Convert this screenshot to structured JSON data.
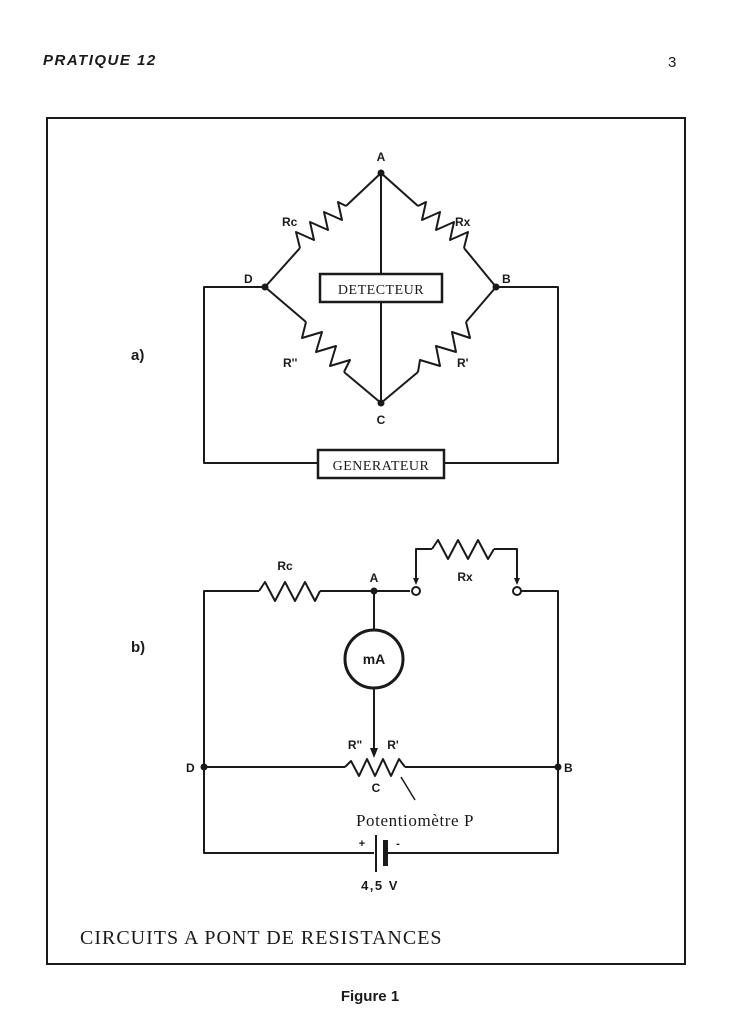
{
  "header": {
    "left": "PRATIQUE 12",
    "page_number": "3"
  },
  "figure": {
    "caption": "Figure 1",
    "title": "CIRCUITS A PONT DE RESISTANCES",
    "part_a": {
      "label": "a)",
      "nodes": [
        "A",
        "B",
        "C",
        "D"
      ],
      "resistors": {
        "top_left": "Rc",
        "top_right": "Rx",
        "bottom_left": "R''",
        "bottom_right": "R'"
      },
      "detector_label": "DETECTEUR",
      "generator_label": "GENERATEUR"
    },
    "part_b": {
      "label": "b)",
      "nodes": {
        "a": "A",
        "b": "B",
        "c": "C",
        "d": "D"
      },
      "resistors": {
        "rc": "Rc",
        "rx": "Rx",
        "r_second": "R\"",
        "r_prime": "R'"
      },
      "meter_label": "mA",
      "potentiometer_label": "Potentiomètre P",
      "battery": {
        "plus": "+",
        "minus": "-",
        "voltage": "4,5 V"
      }
    }
  }
}
